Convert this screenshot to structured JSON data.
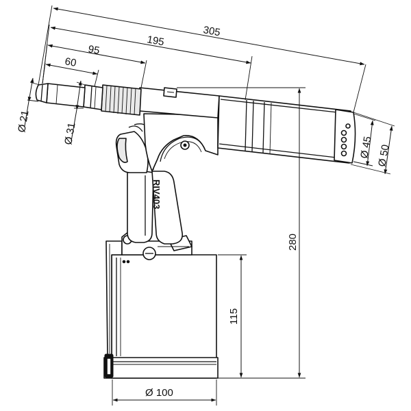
{
  "dimensions": {
    "length_total": "305",
    "length_195": "195",
    "length_95": "95",
    "length_60": "60",
    "dia_nose": "Ø 21",
    "dia_collar": "Ø 31",
    "dia_cylinder_45": "Ø 45",
    "dia_cylinder_50": "Ø 50",
    "height_total": "280",
    "height_base": "115",
    "dia_base": "Ø 100"
  },
  "labels": {
    "model": "RIV403"
  }
}
